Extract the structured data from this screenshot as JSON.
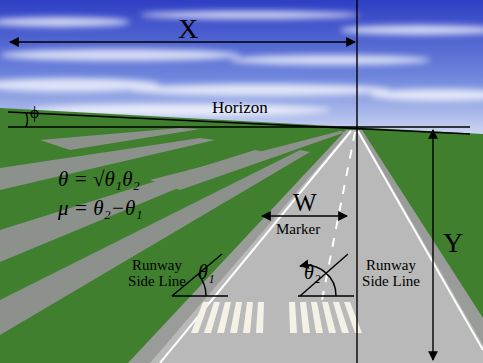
{
  "diagram": {
    "labels": [
      "X",
      "ϕ",
      "Horizon",
      "θ = √θ₁θ₂",
      "μ = θ₂−θ₁",
      "W",
      "Marker",
      "Y",
      "Runway Side Line",
      "θ₁",
      "θ₂",
      "Runway Side Line"
    ]
  }
}
